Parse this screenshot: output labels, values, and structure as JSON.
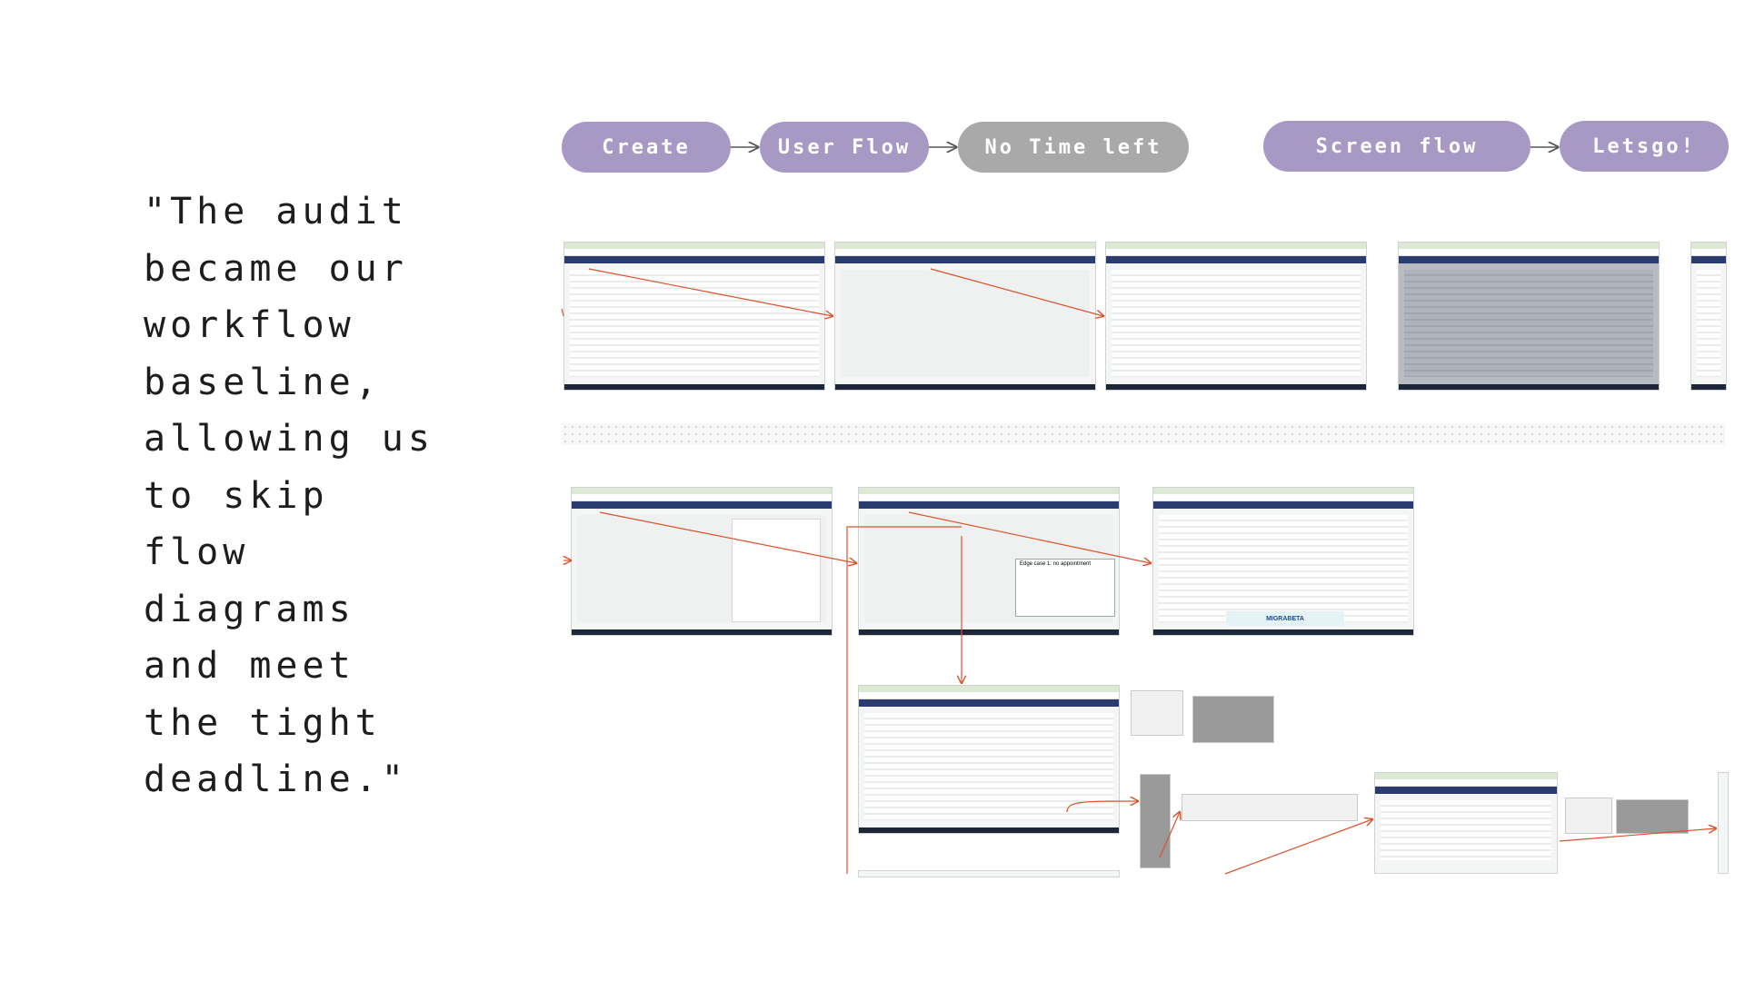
{
  "quote": {
    "text": "\"The audit\nbecame our\nworkflow\nbaseline,\nallowing us\nto skip\nflow\ndiagrams\nand meet\nthe tight\ndeadline.\""
  },
  "steps": [
    {
      "label": "Create"
    },
    {
      "label": "User Flow"
    },
    {
      "label": "No Time left"
    },
    {
      "label": "Screen flow"
    },
    {
      "label": "Letsgo!"
    }
  ],
  "colors": {
    "pill": "#a899c4",
    "pill_muted": "#a9a9a9",
    "connector": "#d9532f",
    "arrow": "#555555"
  },
  "screenshot_texts": {
    "modal_title": "Edge case 1: no appointment",
    "banner": "MIGRABETA"
  }
}
